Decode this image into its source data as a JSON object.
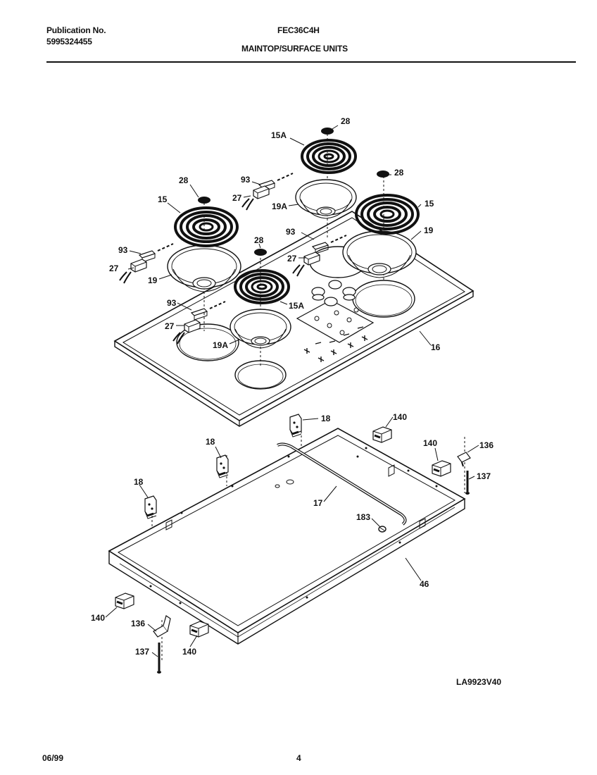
{
  "header": {
    "publication_label": "Publication No.",
    "publication_number": "5995324455",
    "model": "FEC36C4H",
    "section_title": "MAINTOP/SURFACE UNITS"
  },
  "callouts": {
    "c28a": "28",
    "c15A_top": "15A",
    "c28b": "28",
    "c93a": "93",
    "c27a": "27",
    "c19A_top": "19A",
    "c15_right": "15",
    "c19_right": "19",
    "c28c": "28",
    "c15_left": "15",
    "c93b": "93",
    "c27b": "27",
    "c28d": "28",
    "c93c": "93",
    "c27c": "27",
    "c19_left": "19",
    "c93d": "93",
    "c15A_bottom": "15A",
    "c27d": "27",
    "c19A_bottom": "19A",
    "c16": "16",
    "c18_top": "18",
    "c140_top": "140",
    "c18_mid": "18",
    "c140_right": "140",
    "c136_right": "136",
    "c137_right": "137",
    "c18_left": "18",
    "c17": "17",
    "c183": "183",
    "c46": "46",
    "c140_left": "140",
    "c136_left": "136",
    "c140_bottom": "140",
    "c137_left": "137"
  },
  "footer": {
    "diagram_code": "LA9923V40",
    "date": "06/99",
    "page_number": "4"
  }
}
